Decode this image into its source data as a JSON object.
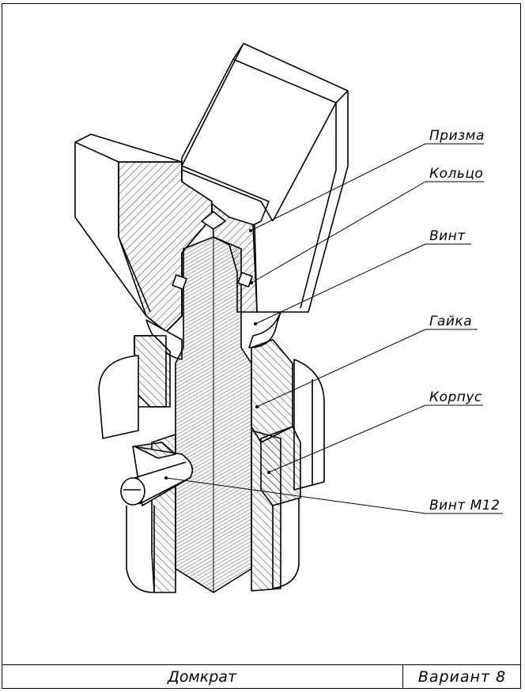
{
  "labels": {
    "prizma": "Призма",
    "koltso": "Кольцо",
    "vint": "Винт",
    "gaika": "Гайка",
    "korpus": "Корпус",
    "vint_m12": "Винт М12"
  },
  "title_block": {
    "name": "Домкрат",
    "variant": "Вариант 8"
  }
}
